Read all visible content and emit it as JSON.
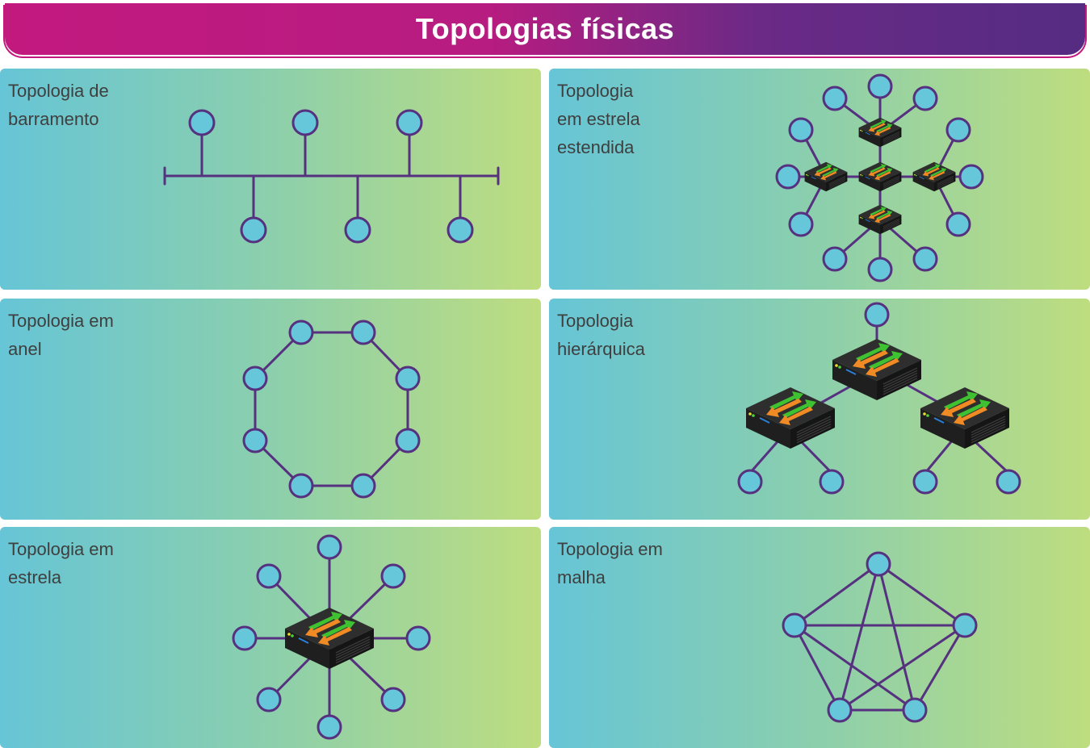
{
  "title": "Topologias físicas",
  "panels": {
    "bus": {
      "label": "Topologia de\nbarramento"
    },
    "extended_star": {
      "label": "Topologia\nem estrela\nestendida"
    },
    "ring": {
      "label": "Topologia em\nanel"
    },
    "hierarchical": {
      "label": "Topologia\nhierárquica"
    },
    "star": {
      "label": "Topologia em\nestrela"
    },
    "mesh": {
      "label": "Topologia em\nmalha"
    }
  },
  "icons": {
    "node": "node-icon",
    "switch": "network-switch-icon"
  },
  "colors": {
    "title_gradient_start": "#c2197f",
    "title_gradient_end": "#552c82",
    "panel_gradient_start": "#66c5d6",
    "panel_gradient_end": "#bedd7f",
    "line": "#56317f",
    "node_fill": "#66c6da",
    "label_text": "#3f3f3f"
  }
}
